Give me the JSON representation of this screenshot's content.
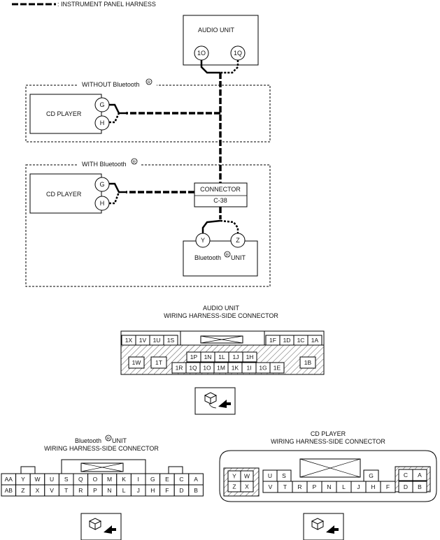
{
  "legend": {
    "text": ": INSTRUMENT PANEL HARNESS"
  },
  "audio_unit": {
    "label": "AUDIO UNIT",
    "pin_left": "1O",
    "pin_right": "1Q"
  },
  "without_bt": {
    "label": "WITHOUT Bluetooth",
    "cd_label": "CD PLAYER",
    "pin_g": "G",
    "pin_h": "H"
  },
  "with_bt": {
    "label": "WITH Bluetooth",
    "cd_label": "CD PLAYER",
    "pin_g": "G",
    "pin_h": "H",
    "connector_line1": "CONNECTOR",
    "connector_line2": "C-38",
    "bt_unit_pre": "Bluetooth",
    "bt_unit_post": "UNIT",
    "pin_y": "Y",
    "pin_z": "Z"
  },
  "registered_mark": "R",
  "audio_connector": {
    "title1": "AUDIO UNIT",
    "title2": "WIRING HARNESS-SIDE CONNECTOR",
    "top_left": [
      "1X",
      "1V",
      "1U",
      "1S"
    ],
    "top_right": [
      "1F",
      "1D",
      "1C",
      "1A"
    ],
    "mid_left": [
      "1W",
      "1T"
    ],
    "mid": [
      "1P",
      "1N",
      "1L",
      "1J",
      "1H"
    ],
    "bottom": [
      "1R",
      "1Q",
      "1O",
      "1M",
      "1K",
      "1I",
      "1G",
      "1E"
    ],
    "right": "1B"
  },
  "bt_connector": {
    "title_pre": "Bluetooth",
    "title_post": "UNIT",
    "title2": "WIRING HARNESS-SIDE CONNECTOR",
    "row1": [
      "AA",
      "Y",
      "W",
      "U",
      "S",
      "Q",
      "O",
      "M",
      "K",
      "I",
      "G",
      "E",
      "C",
      "A"
    ],
    "row2": [
      "AB",
      "Z",
      "X",
      "V",
      "T",
      "R",
      "P",
      "N",
      "L",
      "J",
      "H",
      "F",
      "D",
      "B"
    ]
  },
  "cd_connector": {
    "title1": "CD PLAYER",
    "title2": "WIRING HARNESS-SIDE CONNECTOR",
    "left_top": [
      "Y",
      "W"
    ],
    "left_bottom": [
      "Z",
      "X"
    ],
    "top_mid": [
      "U",
      "S"
    ],
    "bottom": [
      "V",
      "T",
      "R",
      "P",
      "N",
      "L",
      "J",
      "H",
      "F"
    ],
    "g": "G",
    "right_top": [
      "C",
      "A"
    ],
    "right_bottom": [
      "D",
      "B"
    ]
  }
}
